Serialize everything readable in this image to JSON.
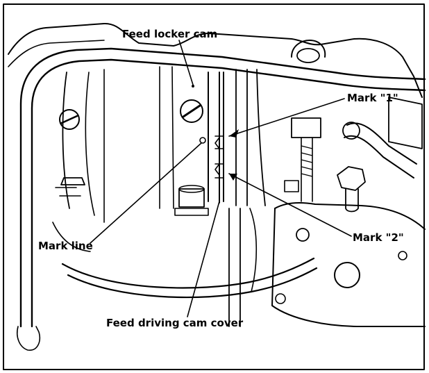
{
  "figure": {
    "callouts": {
      "feed_locker_cam": "Feed locker cam",
      "mark_1": "Mark \"1\"",
      "mark_2": "Mark \"2\"",
      "mark_line": "Mark line",
      "feed_driving_cam_cover": "Feed driving cam cover"
    },
    "colors": {
      "ink": "#000000",
      "paper": "#ffffff"
    }
  }
}
